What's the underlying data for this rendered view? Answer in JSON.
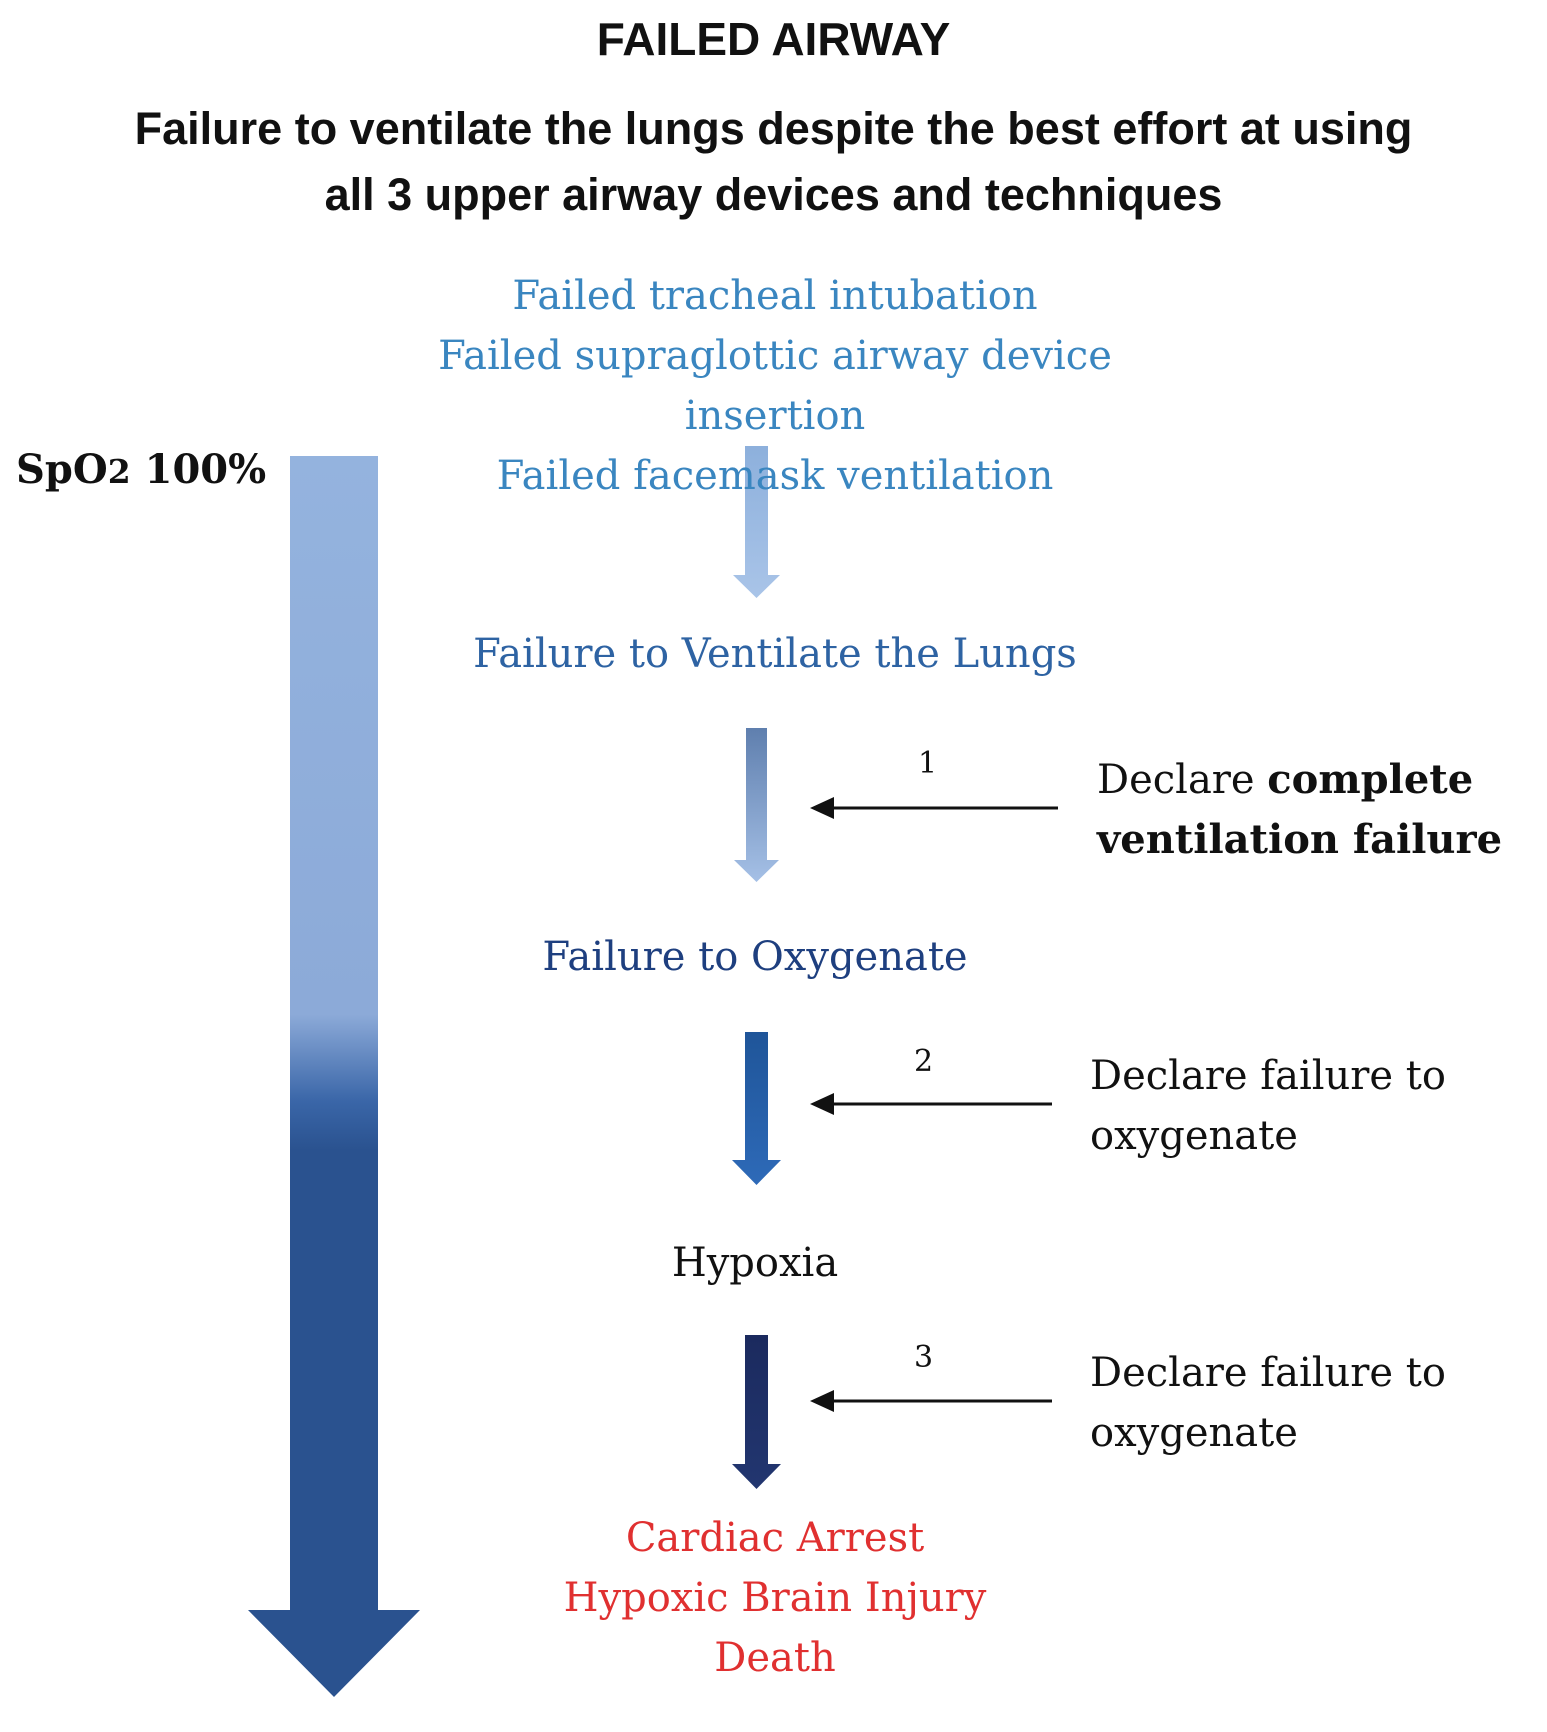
{
  "title": "FAILED AIRWAY",
  "subtitle": {
    "line1": "Failure to ventilate the lungs despite the best effort at using",
    "line2": "all 3 upper airway devices and techniques"
  },
  "failures": [
    "Failed tracheal intubation",
    "Failed supraglottic airway device insertion",
    "Failed facemask ventilation"
  ],
  "stages": {
    "ventilation": "Failure to Ventilate the Lungs",
    "oxygenation": "Failure to Oxygenate",
    "hypoxia": "Hypoxia"
  },
  "outcomes": [
    "Cardiac Arrest",
    "Hypoxic Brain Injury",
    "Death"
  ],
  "spo2": {
    "prefix": "SpO",
    "subscript": "2",
    "value": "100%"
  },
  "declarations": [
    {
      "number": "1",
      "line1_plain": "Declare ",
      "line1_bold": "complete",
      "line2_bold": "ventilation failure"
    },
    {
      "number": "2",
      "line1": "Declare failure to",
      "line2": "oxygenate"
    },
    {
      "number": "3",
      "line1": "Declare failure to",
      "line2": "oxygenate"
    }
  ],
  "colors": {
    "light_blue_text": "#3a86c0",
    "mid_blue_text": "#2e63a3",
    "dark_blue_text": "#1e3f7f",
    "red_text": "#e03030",
    "spo2_light": "#8fb0dd",
    "spo2_dark": "#2a528f"
  },
  "icons": {
    "spo2_bar": "large-down-arrow-icon",
    "flow_arrows": "down-arrow-icon",
    "declare_arrows": "left-arrow-icon"
  }
}
